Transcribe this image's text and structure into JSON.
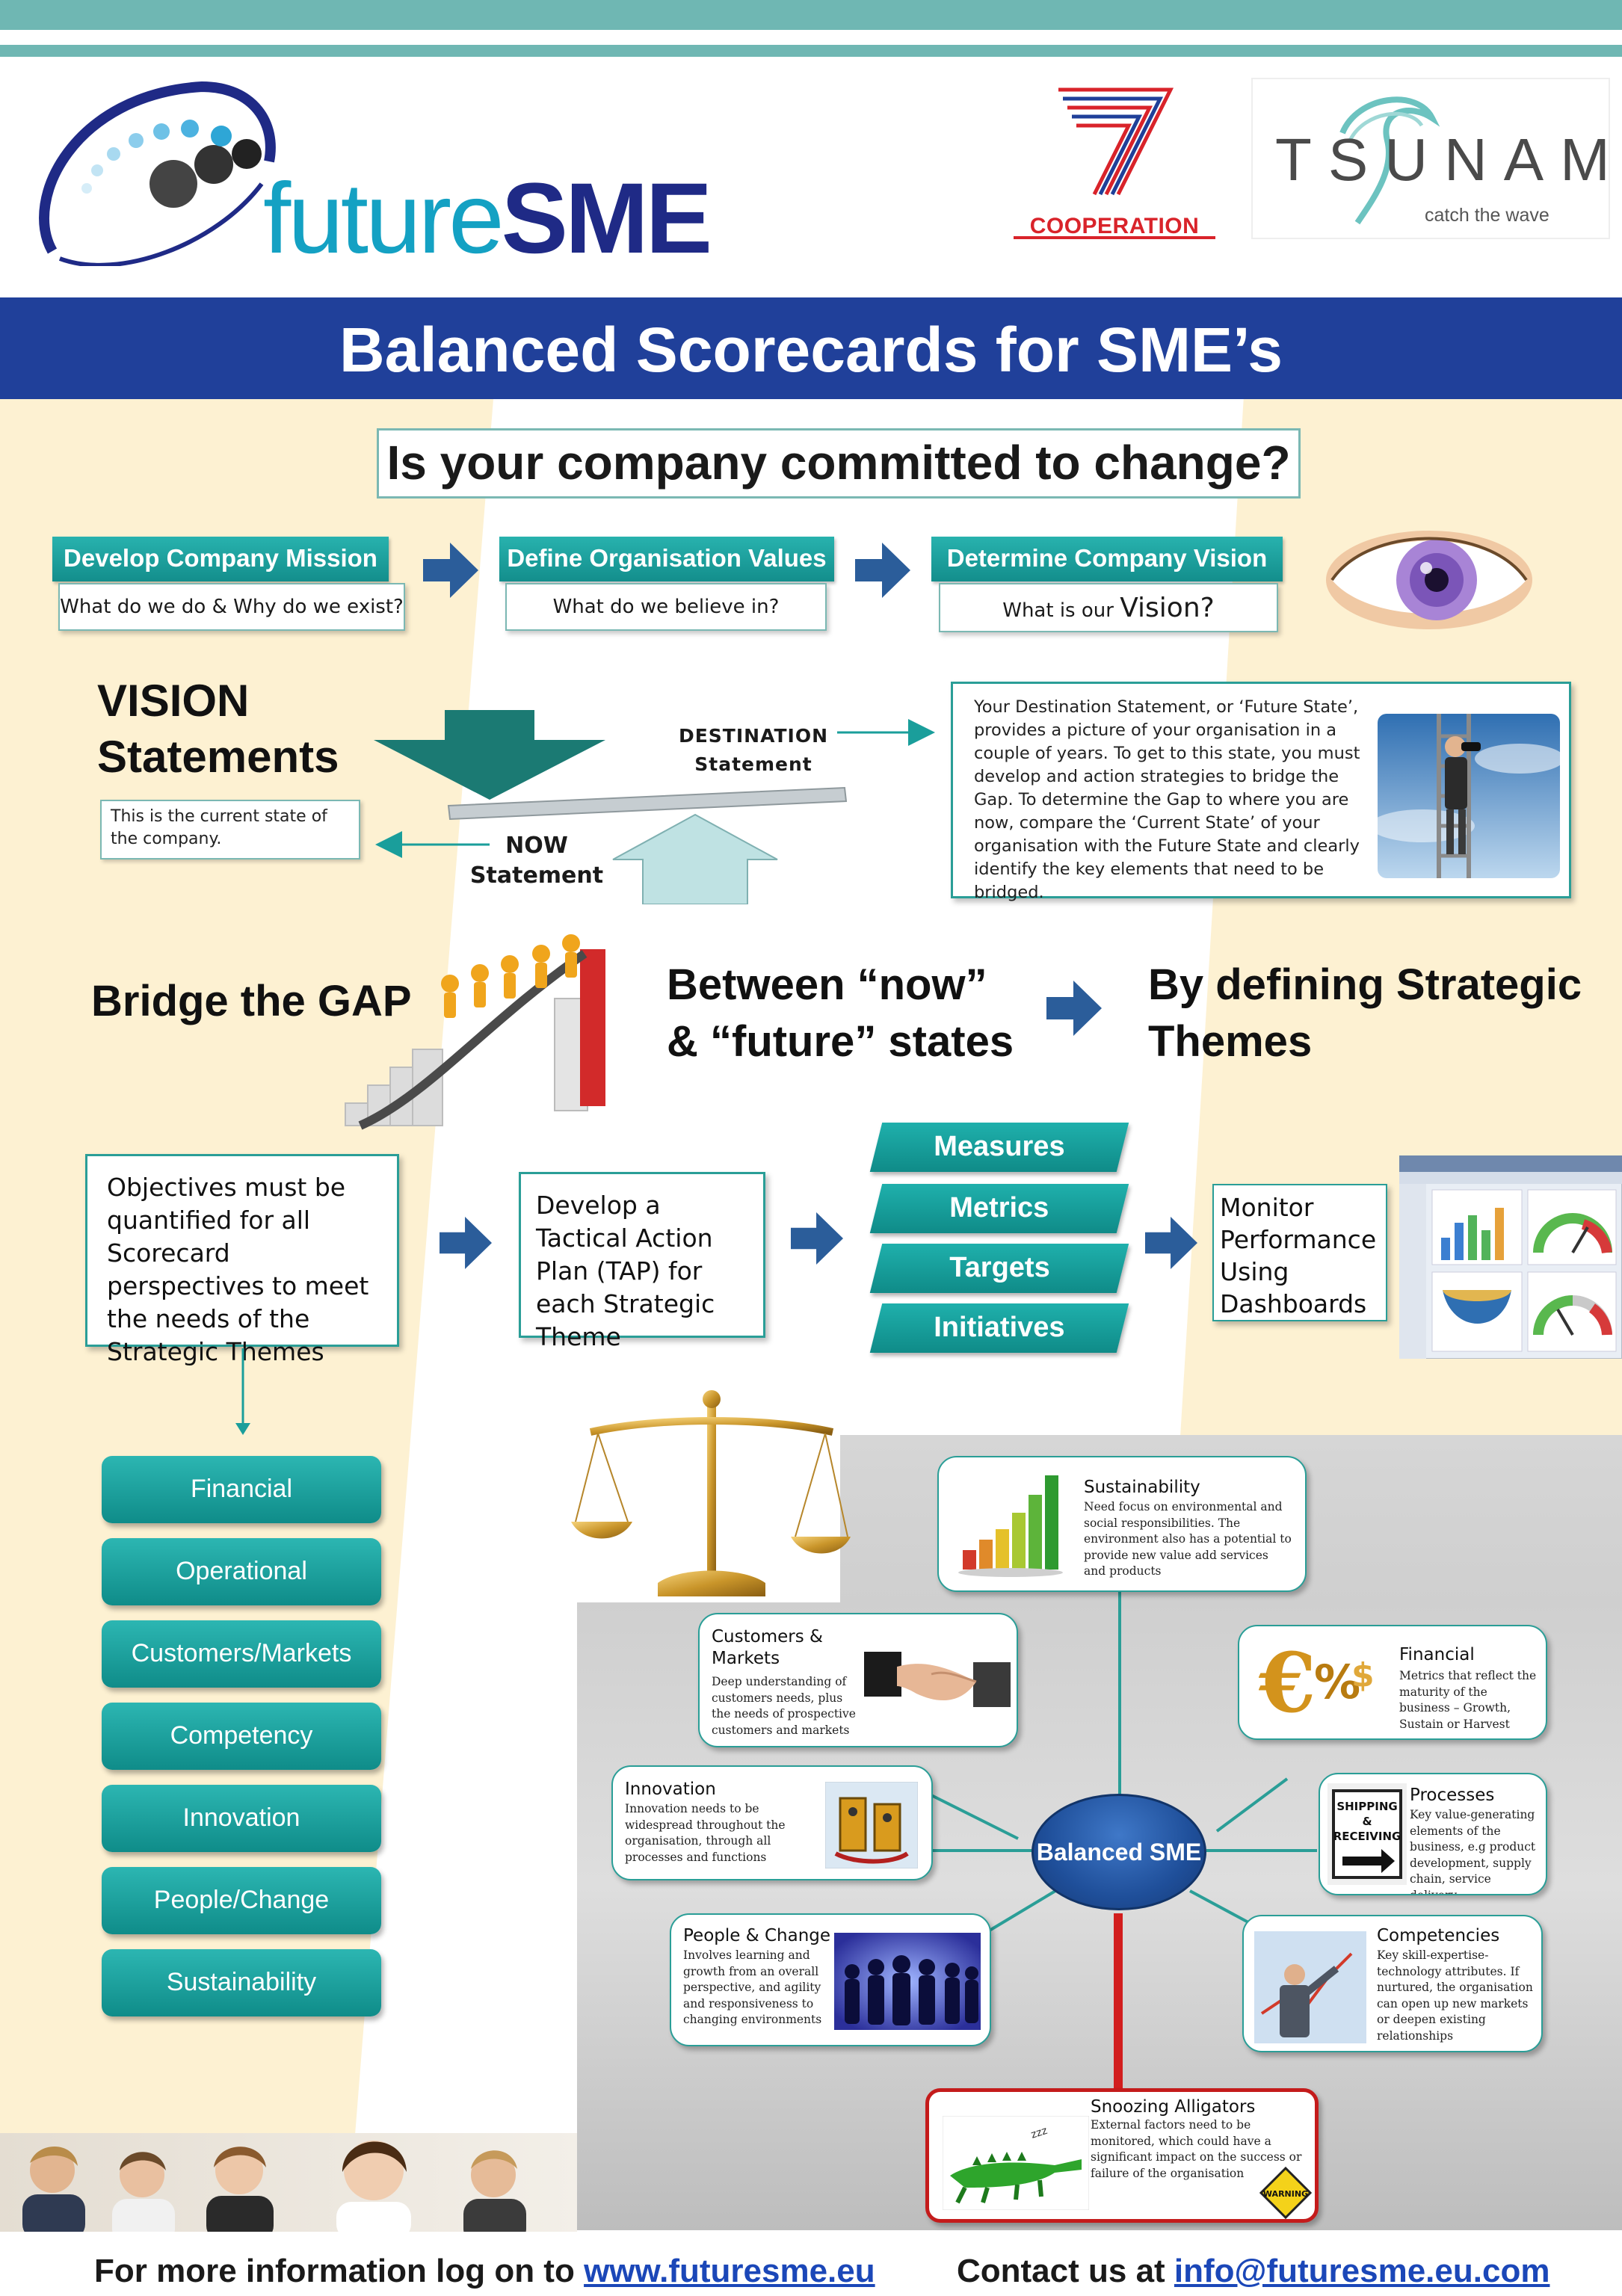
{
  "header": {
    "logo_light": "future",
    "logo_bold": "SME",
    "coop_label": "COOPERATION",
    "tsunami_word": "TSUNAMI",
    "tsunami_tagline": "catch the wave"
  },
  "banner_title": "Balanced Scorecards for SME’s",
  "question": "Is your company committed to change?",
  "steps": [
    {
      "title": "Develop Company Mission",
      "sub": "What do we do & Why do we exist?"
    },
    {
      "title": "Define Organisation Values",
      "sub": "What do we believe in?"
    },
    {
      "title": "Determine Company Vision",
      "sub_prefix": "What is our ",
      "sub_big": "Vision?"
    }
  ],
  "vision": {
    "title_line1": "VISION",
    "title_line2": "Statements",
    "now_note": "This is the current state of the company.",
    "destination_label_1": "DESTINATION",
    "destination_label_2": "Statement",
    "now_label_1": "NOW",
    "now_label_2": "Statement",
    "destination_text": "Your Destination Statement, or ‘Future State’, provides a picture of your organisation in a couple of years. To get to this state, you must develop and action strategies to bridge the Gap. To determine the Gap to where you are now, compare the ‘Current State’ of your organisation with the Future State and clearly identify the key elements that need to be bridged."
  },
  "bridge": {
    "title": "Bridge the GAP",
    "between_line1": "Between “now”",
    "between_line2": "& “future” states",
    "define_line1": "By defining Strategic",
    "define_line2": "Themes"
  },
  "objectives_text": "Objectives must be quantified for all Scorecard perspectives to meet the needs of the Strategic Themes",
  "tap_text": "Develop a Tactical Action Plan (TAP) for each Strategic Theme",
  "measures": [
    "Measures",
    "Metrics",
    "Targets",
    "Initiatives"
  ],
  "monitor_text": "Monitor Performance Using Dashboards",
  "perspectives": [
    "Financial",
    "Operational",
    "Customers/Markets",
    "Competency",
    "Innovation",
    "People/Change",
    "Sustainability"
  ],
  "hub_label": "Balanced SME",
  "nodes": {
    "sustainability": {
      "title": "Sustainability",
      "text": "Need focus on environmental and social responsibilities. The environment also has a potential to provide new value add services and products"
    },
    "customers": {
      "title": "Customers & Markets",
      "text": "Deep understanding of customers needs, plus the needs of prospective customers and markets"
    },
    "financial": {
      "title": "Financial",
      "text": "Metrics that reflect the maturity of the business – Growth, Sustain or Harvest"
    },
    "innovation": {
      "title": "Innovation",
      "text": "Innovation needs to be widespread throughout the organisation, through all processes and functions"
    },
    "processes": {
      "title": "Processes",
      "text": "Key value-generating elements of the business, e.g product development, supply chain, service delivery",
      "sign_top": "SHIPPING",
      "sign_mid": "&",
      "sign_bottom": "RECEIVING"
    },
    "people": {
      "title": "People & Change",
      "text": "Involves learning and growth from an overall perspective, and agility and responsiveness to changing environments"
    },
    "competencies": {
      "title": "Competencies",
      "text": "Key skill-expertise-technology attributes. If nurtured, the organisation can open up new markets or deepen existing relationships"
    },
    "alligators": {
      "title": "Snoozing Alligators",
      "text": "External factors need to be monitored, which could have a significant impact on the success or failure of the organisation",
      "warning": "WARNING"
    }
  },
  "footer": {
    "info_prefix": "For more information log on to ",
    "info_link": "www.futuresme.eu",
    "contact_prefix": "Contact us at ",
    "contact_link": "info@futuresme.eu.com"
  },
  "colors": {
    "banner": "#20409a",
    "teal": "#1a9e9b",
    "accent_blue": "#1f2a86",
    "red_coop": "#d9232a"
  }
}
